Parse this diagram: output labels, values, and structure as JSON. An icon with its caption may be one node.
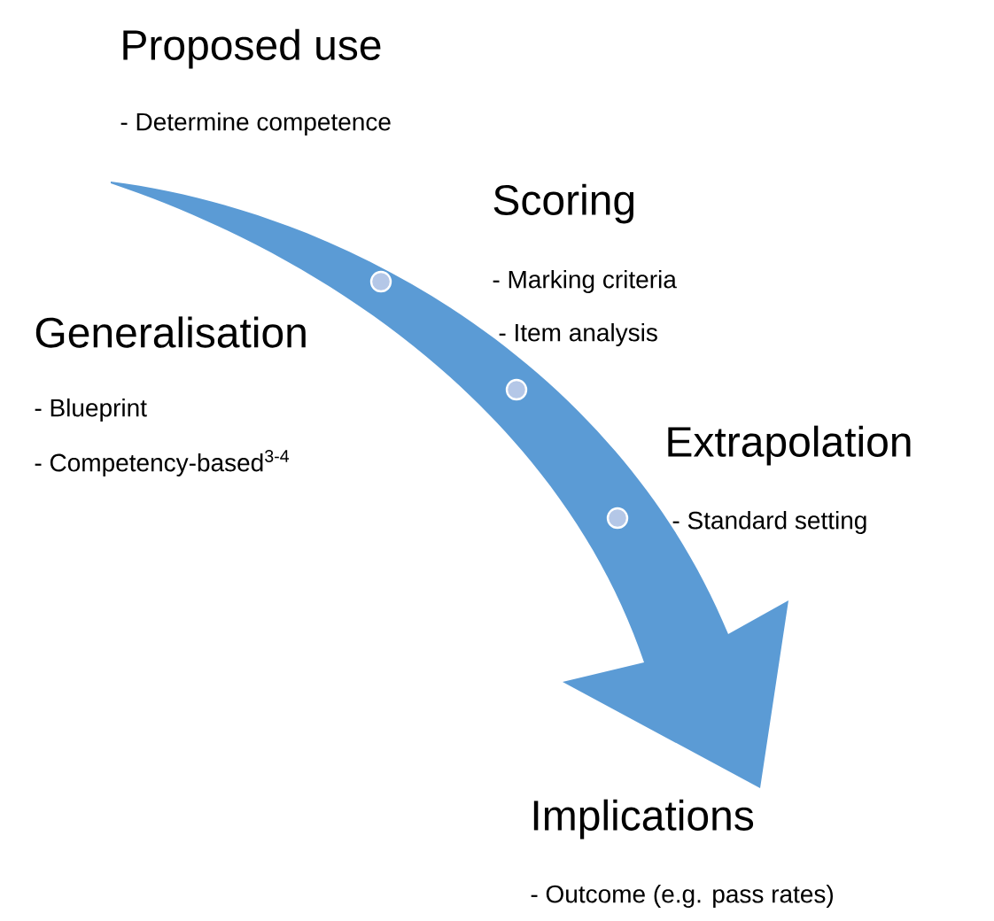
{
  "diagram": {
    "nodes": [
      {
        "text": [],
        "shape": "circle"
      },
      {
        "text": [],
        "shape": "circle"
      },
      {
        "text": [],
        "shape": "circle"
      }
    ],
    "labels": [
      "Proposed use",
      "- Determine competence",
      "Scoring",
      "- Marking criteria",
      "Generalisation",
      "- Item analysis",
      "- Blueprint",
      "Extrapolation",
      "- Competency-based$^{3-4}$",
      "- Standard setting",
      "Implications",
      "- Outcome (e.g. pass rates)"
    ]
  }
}
